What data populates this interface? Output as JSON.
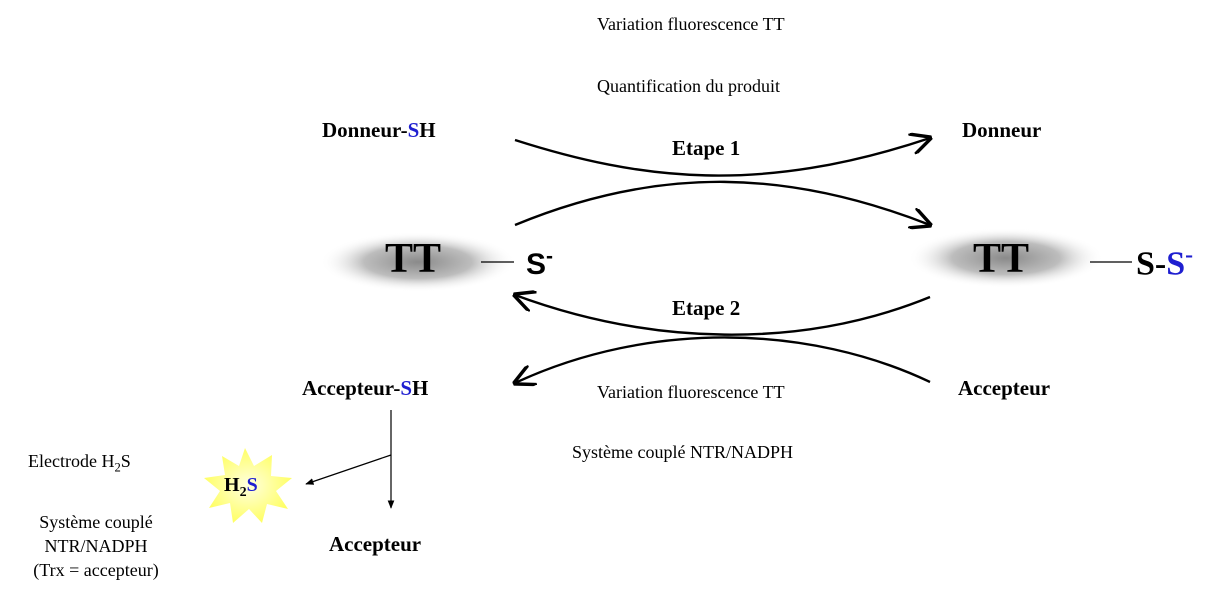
{
  "top_notes": {
    "line1": "Variation fluorescence TT",
    "line2": "Quantification du produit"
  },
  "bottom_notes": {
    "line1": "Variation fluorescence TT",
    "line2": "Système couplé NTR/NADPH"
  },
  "steps": {
    "step1": "Etape 1",
    "step2": "Etape 2"
  },
  "species": {
    "donor_sh_prefix": "Donneur-",
    "donor_sh_s": "S",
    "donor_sh_h": "H",
    "donor": "Donneur",
    "acceptor_sh_prefix": "Accepteur-",
    "acceptor_sh_s": "S",
    "acceptor_sh_h": "H",
    "acceptor_right": "Accepteur",
    "acceptor_bottom": "Accepteur"
  },
  "enzyme": {
    "left_label": "TT",
    "left_thiolate": "S",
    "left_charge": "-",
    "right_label": "TT",
    "right_s1": "S-",
    "right_s2": "S",
    "right_charge": "-"
  },
  "h2s_box": {
    "h": "H",
    "sub": "2",
    "s": "S"
  },
  "left_notes": {
    "electrode_prefix": "Electrode H",
    "electrode_sub": "2",
    "electrode_suffix": "S",
    "coupled_line1": "Système couplé",
    "coupled_line2": "NTR/NADPH",
    "coupled_line3": "(Trx = accepteur)"
  },
  "colors": {
    "sulfur_blue": "#1f1fd0",
    "enzyme_shadow": "#9a9a9a",
    "star_fill": "#ffff99"
  }
}
